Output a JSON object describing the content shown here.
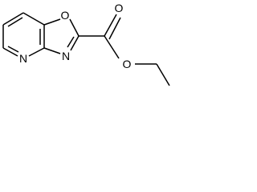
{
  "molecule": {
    "atoms": {
      "ring_o": "O",
      "ring_n": "N",
      "pyridine_n": "N",
      "carbonyl_o": "O",
      "ester_o": "O"
    },
    "colors": {
      "bond": "#000000",
      "label": "#000000",
      "background": "#ffffff"
    }
  }
}
